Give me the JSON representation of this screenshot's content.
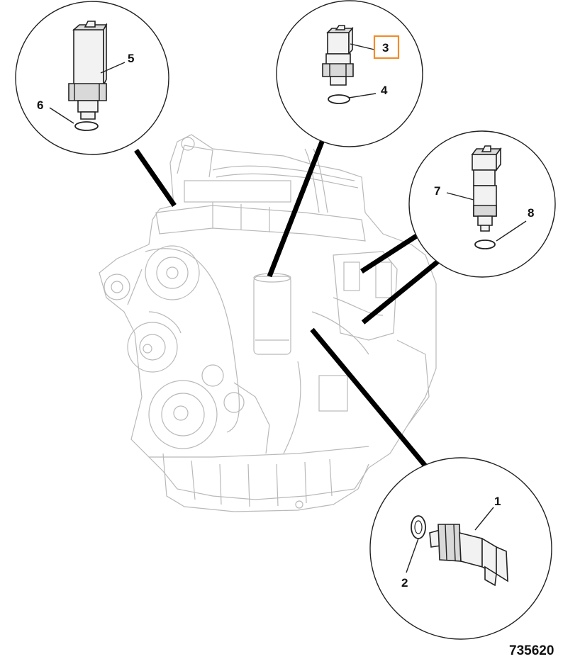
{
  "figure": {
    "number": "735620",
    "highlight_color": "#f28c28",
    "highlighted_callout": "3"
  },
  "callouts": {
    "c1": "1",
    "c2": "2",
    "c3": "3",
    "c4": "4",
    "c5": "5",
    "c6": "6",
    "c7": "7",
    "c8": "8"
  }
}
